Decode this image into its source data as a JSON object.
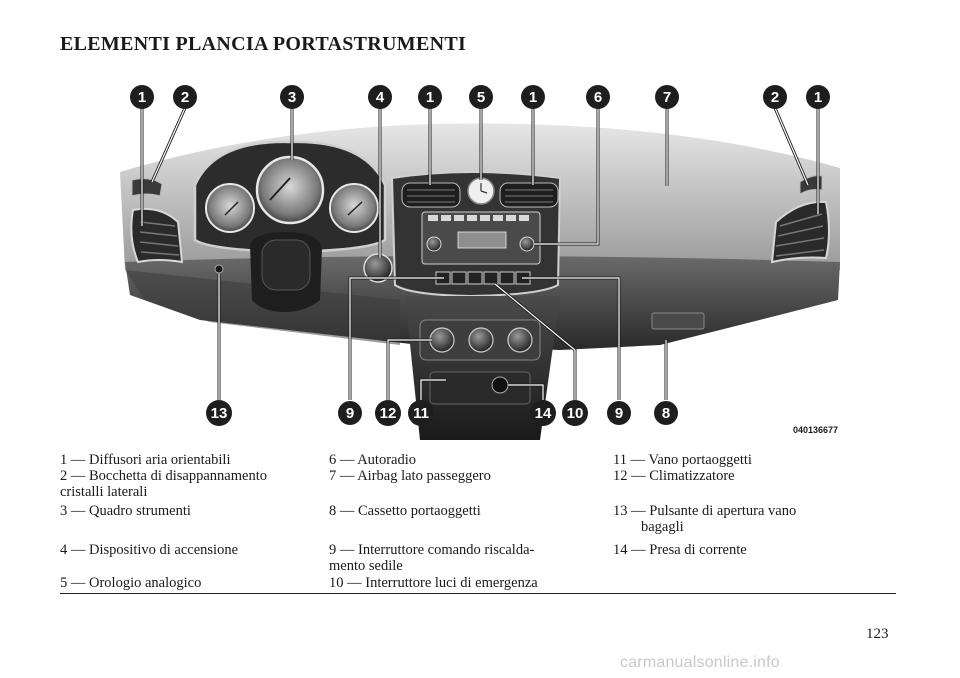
{
  "page": {
    "title": "ELEMENTI PLANCIA PORTASTRUMENTI",
    "page_number": "123",
    "watermark": "carmanualsonline.info"
  },
  "figure": {
    "code": "040136677",
    "callouts_top": [
      "1",
      "2",
      "3",
      "4",
      "1",
      "5",
      "1",
      "6",
      "7",
      "2",
      "1"
    ],
    "callouts_bottom": [
      "13",
      "9",
      "12",
      "11",
      "14",
      "10",
      "9",
      "8"
    ]
  },
  "legend": {
    "col1": [
      {
        "text": "1 — Diffusori aria orientabili"
      },
      {
        "text": "2 — Bocchetta di disappannamento",
        "cont": "cristalli laterali"
      },
      {
        "text": "3 — Quadro strumenti"
      },
      {
        "text": "4 — Dispositivo di accensione"
      },
      {
        "text": "5 — Orologio analogico"
      }
    ],
    "col2": [
      {
        "text": "6 — Autoradio"
      },
      {
        "text": "7 — Airbag lato passeggero"
      },
      {
        "text": "8 — Cassetto portaoggetti"
      },
      {
        "text": "9 — Interruttore comando riscalda-",
        "cont": "mento sedile"
      },
      {
        "text": "10 — Interruttore luci di emergenza"
      }
    ],
    "col3": [
      {
        "text": "11 — Vano portaoggetti"
      },
      {
        "text": "12 — Climatizzatore"
      },
      {
        "text": "13 — Pulsante di apertura vano",
        "cont": "bagagli"
      },
      {
        "text": "14 — Presa di corrente"
      }
    ]
  }
}
